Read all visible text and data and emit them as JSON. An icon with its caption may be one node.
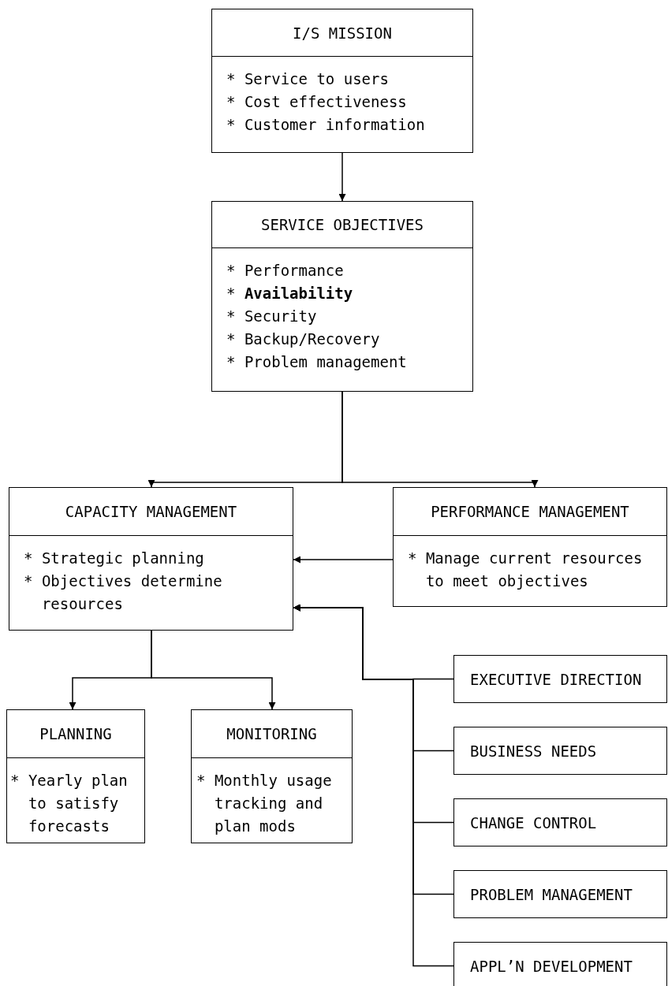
{
  "diagram": {
    "nodes": [
      {
        "text": [
          "I/S MISSION",
          "* Service to users",
          "* Cost effectiveness",
          "* Customer information"
        ]
      },
      {
        "text": [
          "SERVICE OBJECTIVES",
          "* Performance",
          "* **Availability**",
          "* Security",
          "* Backup/Recovery",
          "* Problem management"
        ]
      },
      {
        "text": [
          "CAPACITY MANAGEMENT",
          "* Strategic planning",
          "* Objectives determine resources"
        ]
      },
      {
        "text": [
          "PERFORMANCE MANAGEMENT",
          "* Manage current resources to meet objectives"
        ]
      },
      {
        "text": [
          "PLANNING",
          "* Yearly plan to satisfy forecasts"
        ]
      },
      {
        "text": [
          "MONITORING",
          "* Monthly usage tracking and plan mods"
        ]
      },
      {
        "text": [
          "EXECUTIVE DIRECTION"
        ]
      },
      {
        "text": [
          "BUSINESS NEEDS"
        ]
      },
      {
        "text": [
          "CHANGE CONTROL"
        ]
      },
      {
        "text": [
          "PROBLEM MANAGEMENT"
        ]
      },
      {
        "text": [
          "APPL’N DEVELOPMENT"
        ]
      }
    ],
    "edges": [
      {
        "from": 0,
        "to": 1,
        "arrow": "to"
      },
      {
        "from": 1,
        "to": 2,
        "arrow": "to"
      },
      {
        "from": 1,
        "to": 3,
        "arrow": "to"
      },
      {
        "from": 3,
        "to": 2,
        "arrow": "to"
      },
      {
        "from": 2,
        "to": 4,
        "arrow": "to"
      },
      {
        "from": 2,
        "to": 5,
        "arrow": "to"
      },
      {
        "from": 6,
        "to": 2,
        "arrow": "to"
      },
      {
        "from": 7,
        "to": 2,
        "arrow": "to"
      },
      {
        "from": 8,
        "to": 2,
        "arrow": "to"
      },
      {
        "from": 9,
        "to": 2,
        "arrow": "to"
      },
      {
        "from": 10,
        "to": 2,
        "arrow": "to"
      }
    ]
  }
}
